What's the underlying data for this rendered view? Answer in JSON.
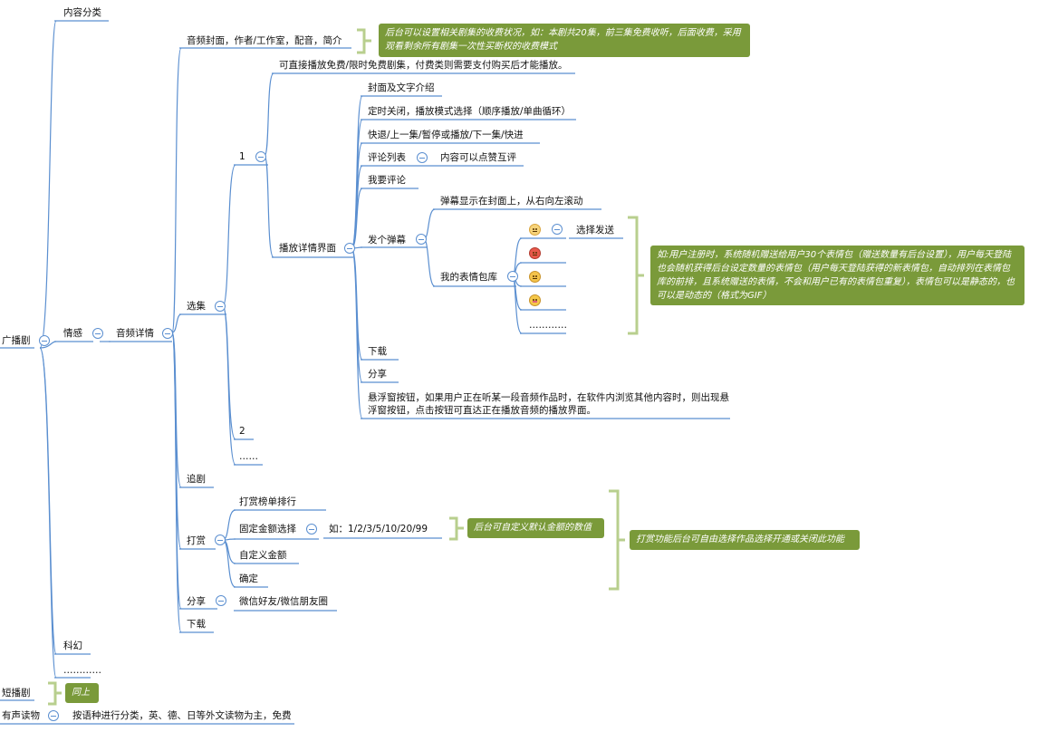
{
  "root": "广播剧",
  "content_category": "内容分类",
  "emotion": "情感",
  "audio_detail": "音频详情",
  "cover_meta": "音频封面，作者/工作室，配音，简介",
  "note_charging": "后台可以设置相关剧集的收费状况，如：本剧共20集，前三集免费收听，后面收费，采用观看剩余所有剧集一次性买断权的收费模式",
  "select_episode": "选集",
  "episode_1": "1",
  "playable_free": "可直接播放免费/限时免费剧集，付费类则需要支付购买后才能播放。",
  "play_detail_page": "播放详情界面",
  "cover_text": "封面及文字介绍",
  "timer_mode": "定时关闭，播放模式选择（顺序播放/单曲循环）",
  "playback_controls": "快退/上一集/暂停或播放/下一集/快进",
  "comment_list": "评论列表",
  "comment_like": "内容可以点赞互评",
  "write_comment": "我要评论",
  "send_danmaku": "发个弹幕",
  "danmaku_scroll": "弹幕显示在封面上，从右向左滚动",
  "my_emoji_lib": "我的表情包库",
  "choose_send": "选择发送",
  "emoji_more": "…………",
  "note_emoji": "如:用户注册时，系统随机赠送给用户30个表情包（赠送数量有后台设置），用户每天登陆也会随机获得后台设定数量的表情包（用户每天登陆获得的新表情包，自动排列在表情包库的前排，且系统赠送的表情，不会和用户已有的表情包重复），表情包可以是静态的，也可以是动态的（格式为GIF）",
  "download_inner": "下载",
  "share_inner": "分享",
  "floating_btn": "悬浮窗按钮，如果用户正在听某一段音频作品时，在软件内浏览其他内容时，则出现悬浮窗按钮，点击按钮可直达正在播放音频的播放界面。",
  "episode_2": "2",
  "episode_more": "……",
  "follow": "追剧",
  "reward": "打赏",
  "reward_rank": "打赏榜单排行",
  "fixed_amount": "固定金额选择",
  "amount_example": "如：1/2/3/5/10/20/99",
  "note_default_amount": "后台可自定义默认金额的数值",
  "custom_amount": "自定义金额",
  "confirm": "确定",
  "note_reward": "打赏功能后台可自由选择作品选择开通或关闭此功能",
  "share": "分享",
  "wechat": "微信好友/微信朋友圈",
  "download": "下载",
  "scifi": "科幻",
  "dots": "…………",
  "short_drama": "短播剧",
  "note_same": "同上",
  "audiobook": "有声读物",
  "audiobook_desc": "按语种进行分类，英、德、日等外文读物为主，免费",
  "colors": {
    "line": "#5b8fd0",
    "note": "#7a9a3a",
    "bracket": "#b8cf8e"
  },
  "emojis": [
    "neutral-face",
    "angry-face",
    "crying-face",
    "tongue-face"
  ]
}
